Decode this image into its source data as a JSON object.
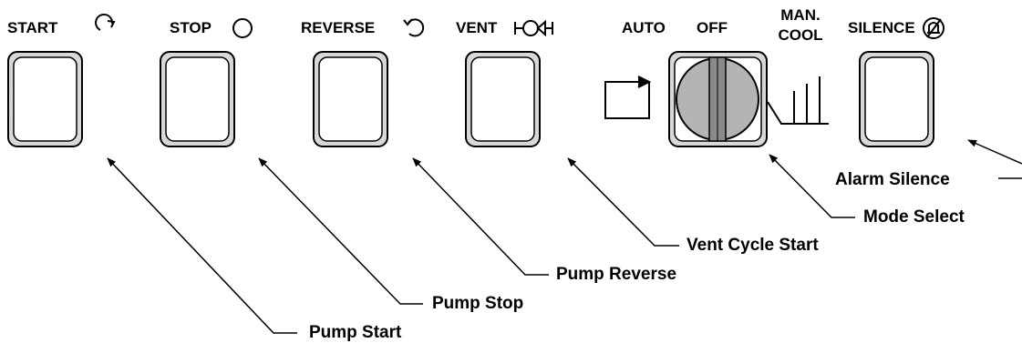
{
  "buttons": [
    {
      "id": "start",
      "label": "START",
      "icon": "clockwise-arrow-icon"
    },
    {
      "id": "stop",
      "label": "STOP",
      "icon": "circle-icon"
    },
    {
      "id": "reverse",
      "label": "REVERSE",
      "icon": "counterclockwise-arrow-icon"
    },
    {
      "id": "vent",
      "label": "VENT",
      "icon": "valve-icon"
    },
    {
      "id": "silence",
      "label": "SILENCE",
      "icon": "crossed-bell-icon"
    }
  ],
  "mode_switch": {
    "positions": [
      "AUTO",
      "OFF",
      "MAN. COOL"
    ],
    "man_cool_line1": "MAN.",
    "man_cool_line2": "COOL"
  },
  "callouts": {
    "pump_start": "Pump Start",
    "pump_stop": "Pump Stop",
    "pump_reverse": "Pump Reverse",
    "vent_cycle_start": "Vent Cycle Start",
    "mode_select": "Mode Select",
    "alarm_silence": "Alarm Silence"
  },
  "colors": {
    "line": "#000000",
    "bezel": "#d8d8d8",
    "knob": "#b4b4b4",
    "knob_bar": "#8a8a8a",
    "background": "#ffffff"
  }
}
